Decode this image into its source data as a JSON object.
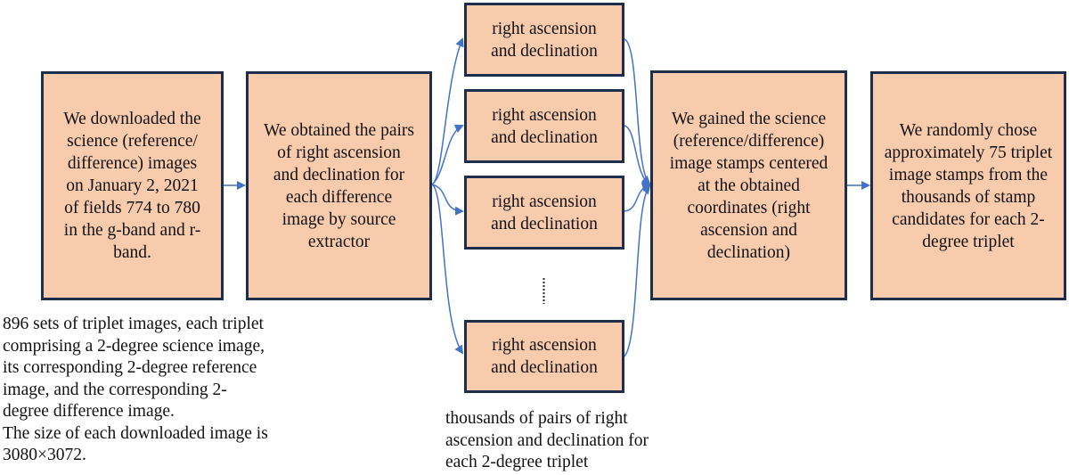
{
  "colors": {
    "box_fill": "#F8CBAD",
    "box_border": "#1F2D4D",
    "arrow": "#4472C4"
  },
  "steps": [
    {
      "id": "download",
      "text": "We downloaded the science (reference/ difference) images on January 2, 2021 of fields 774 to 780 in the g-band and r-band."
    },
    {
      "id": "extract",
      "text": "We obtained the pairs of right ascension and declination for each difference image by source extractor"
    },
    {
      "id": "stamps",
      "text": "We gained the science (reference/difference) image stamps centered at the obtained coordinates (right ascension and declination)"
    },
    {
      "id": "choose",
      "text": "We randomly chose approximately 75 triplet image stamps from the thousands of stamp candidates for each 2-degree triplet"
    }
  ],
  "coordinate_boxes": [
    {
      "text": "right ascension and declination"
    },
    {
      "text": "right ascension and declination"
    },
    {
      "text": "right ascension and declination"
    },
    {
      "text": "right ascension and declination"
    }
  ],
  "ellipsis": "vertical-dots",
  "captions": {
    "download": "896 sets of triplet images, each triplet\ncomprising a 2-degree science image,\nits corresponding 2-degree reference\nimage, and the corresponding 2-\ndegree difference image.\nThe size of each downloaded image is\n3080×3072.",
    "coordinates": "thousands of pairs of right\nascension and declination for\neach 2-degree triplet"
  },
  "edges": [
    {
      "from": "download",
      "to": "extract"
    },
    {
      "from": "extract",
      "to": "coord-0"
    },
    {
      "from": "extract",
      "to": "coord-1"
    },
    {
      "from": "extract",
      "to": "coord-2"
    },
    {
      "from": "extract",
      "to": "coord-3"
    },
    {
      "from": "coord-0",
      "to": "stamps"
    },
    {
      "from": "coord-1",
      "to": "stamps"
    },
    {
      "from": "coord-2",
      "to": "stamps"
    },
    {
      "from": "coord-3",
      "to": "stamps"
    },
    {
      "from": "stamps",
      "to": "choose"
    }
  ]
}
